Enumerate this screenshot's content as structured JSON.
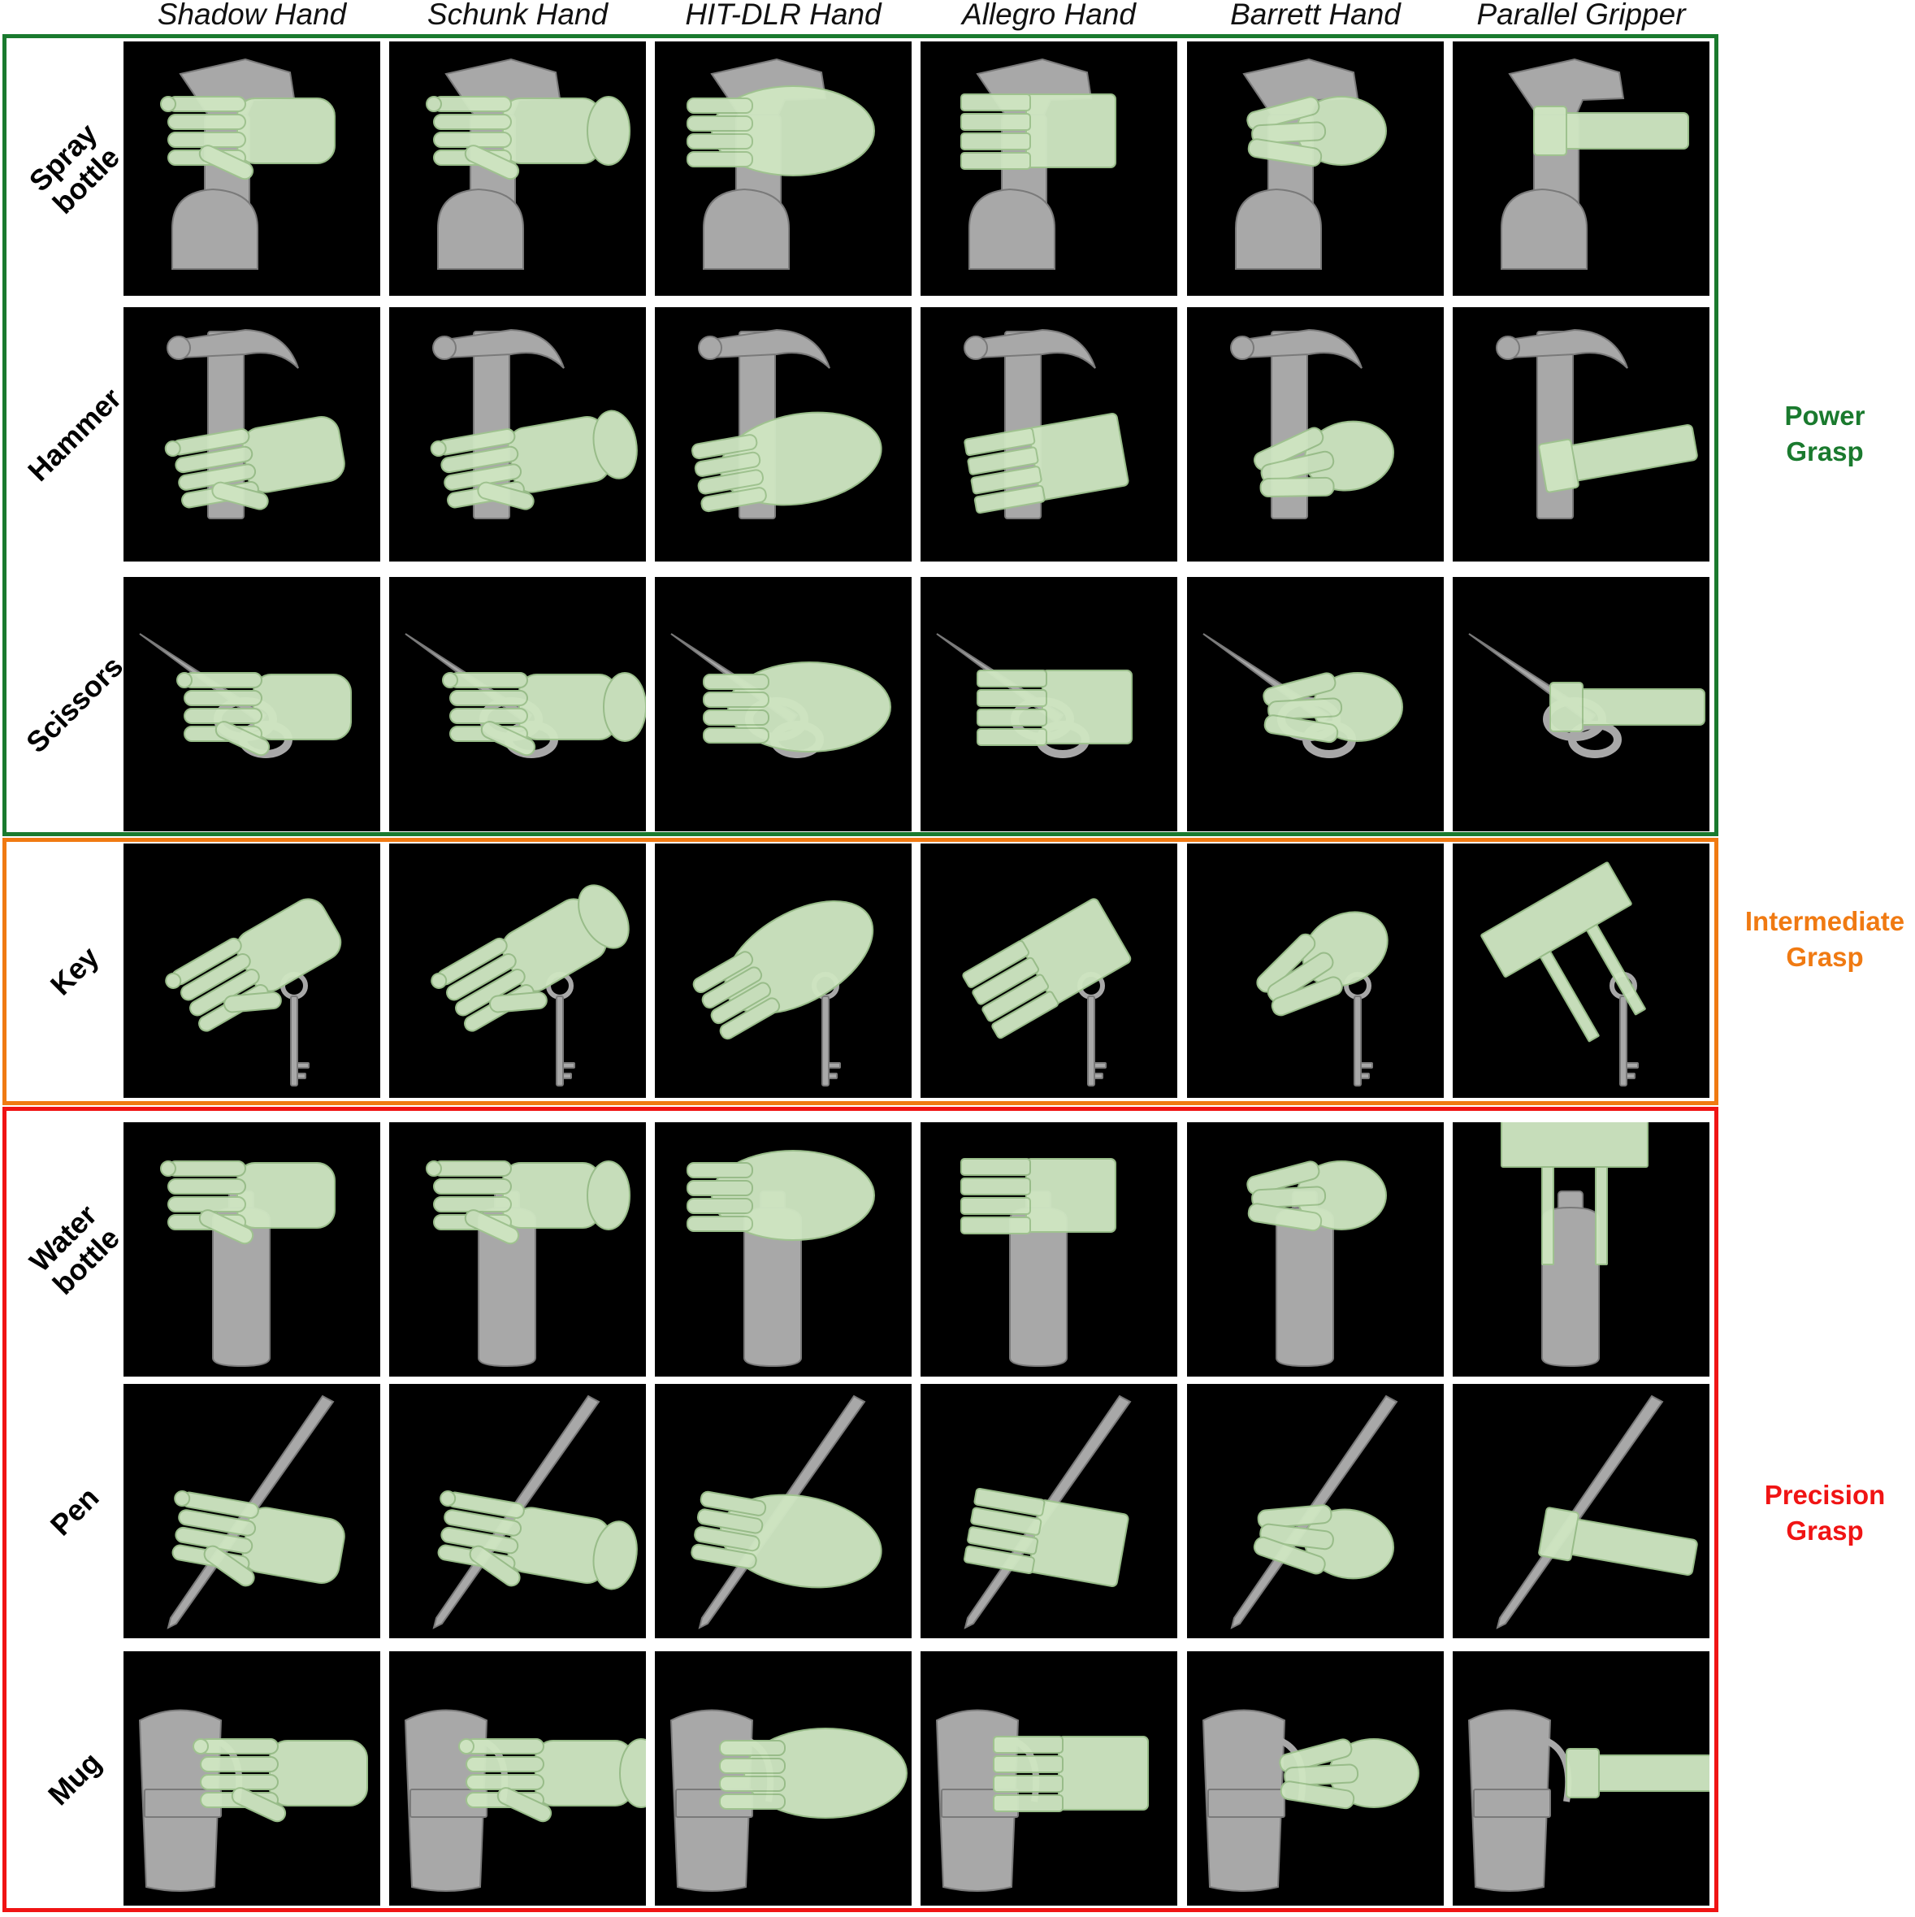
{
  "columns": [
    "Shadow Hand",
    "Schunk Hand",
    "HIT-DLR Hand",
    "Allegro Hand",
    "Barrett Hand",
    "Parallel Gripper"
  ],
  "rows": [
    {
      "label": "Spray\nbottle",
      "object": "spray-bottle"
    },
    {
      "label": "Hammer",
      "object": "hammer"
    },
    {
      "label": "Scissors",
      "object": "scissors"
    },
    {
      "label": "Key",
      "object": "key"
    },
    {
      "label": "Water\nbottle",
      "object": "water-bottle"
    },
    {
      "label": "Pen",
      "object": "pen"
    },
    {
      "label": "Mug",
      "object": "mug"
    }
  ],
  "groups": [
    {
      "label": "Power\nGrasp",
      "color": "#1a7a2e"
    },
    {
      "label": "Intermediate\nGrasp",
      "color": "#f07a12"
    },
    {
      "label": "Precision\nGrasp",
      "color": "#f01414"
    }
  ],
  "colors": {
    "object": "#a8a8a8",
    "hand": "#cfe6c2",
    "hand_dark": "#9fc48f",
    "background": "#000000"
  }
}
